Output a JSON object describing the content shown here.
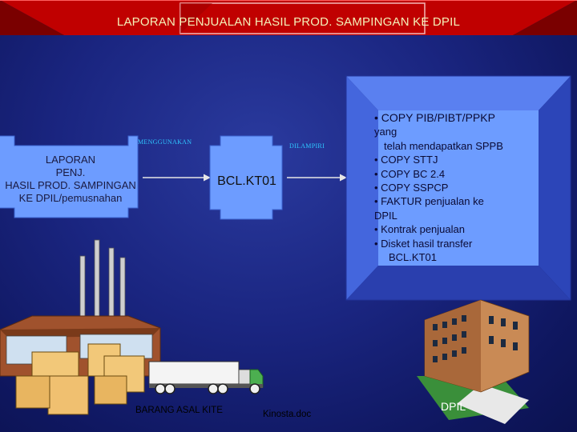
{
  "title": "LAPORAN PENJUALAN HASIL PROD. SAMPINGAN  KE DPIL",
  "labels": {
    "use": "MENGGUNAKAN",
    "attach": "DILAMPIRI",
    "goods": "BARANG ASAL KITE",
    "file": "Kinosta.doc",
    "office": "DPIL"
  },
  "report_box": {
    "lines": [
      "LAPORAN",
      "PENJ.",
      "HASIL PROD. SAMPINGAN",
      "KE DPIL/pemusnahan"
    ]
  },
  "form_box": {
    "text": "BCL.KT01"
  },
  "documents": [
    "COPY PIB/PIBT/PPKP",
    "yang",
    "telah mendapatkan SPPB",
    "COPY STTJ",
    "COPY BC 2.4",
    "COPY SSPCP",
    "FAKTUR penjualan ke",
    "DPIL",
    "Kontrak penjualan",
    "Disket hasil transfer",
    "BCL.KT01"
  ],
  "colors": {
    "background": "#1a2580",
    "title_bar": "#c00000",
    "title_text": "#f4f1b8",
    "panel": "#6d9cff",
    "small_label": "#2fc7ff"
  }
}
